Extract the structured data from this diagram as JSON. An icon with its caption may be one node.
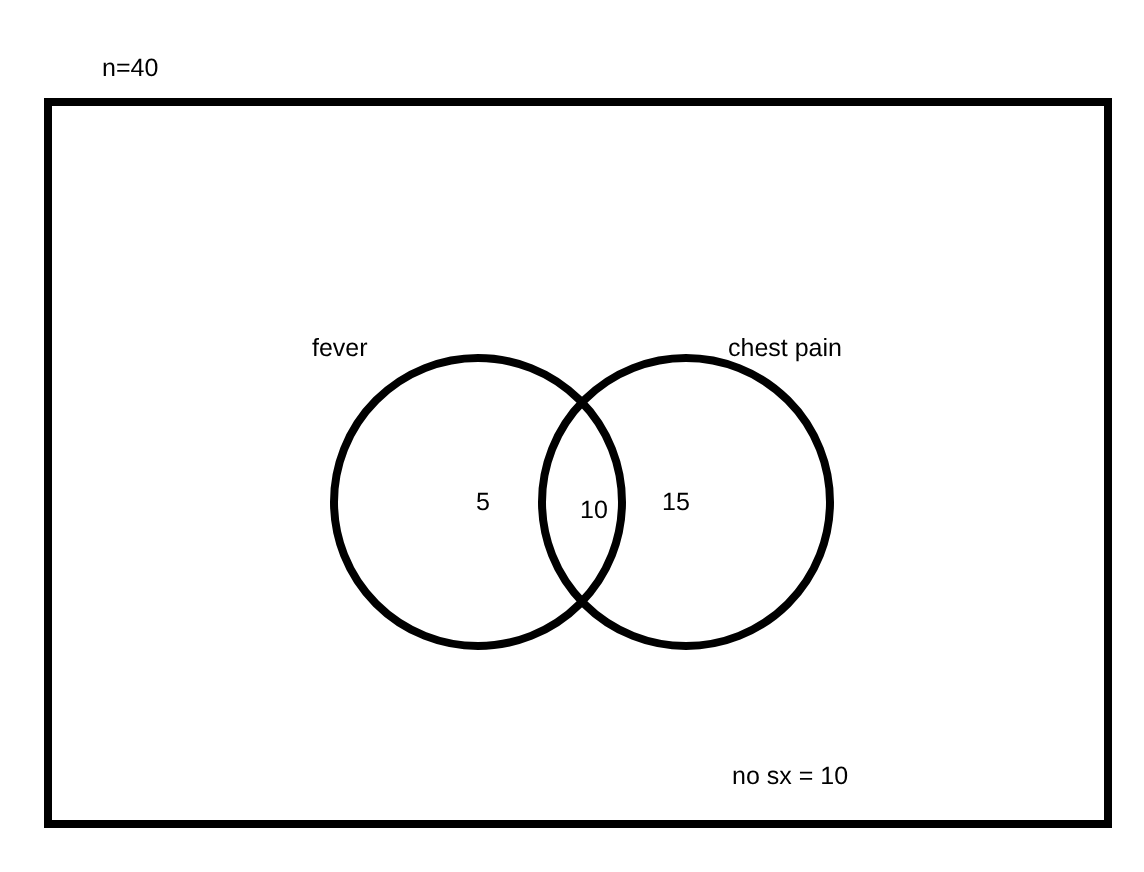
{
  "diagram": {
    "nodes": [
      {
        "text": [
          "n=40",
          "no sx = 10"
        ]
      },
      {
        "text": [
          "fever",
          "5"
        ],
        "in": 0
      },
      {
        "text": [
          "chest pain",
          "15"
        ],
        "in": 0
      }
    ],
    "labels": [
      "10"
    ]
  }
}
